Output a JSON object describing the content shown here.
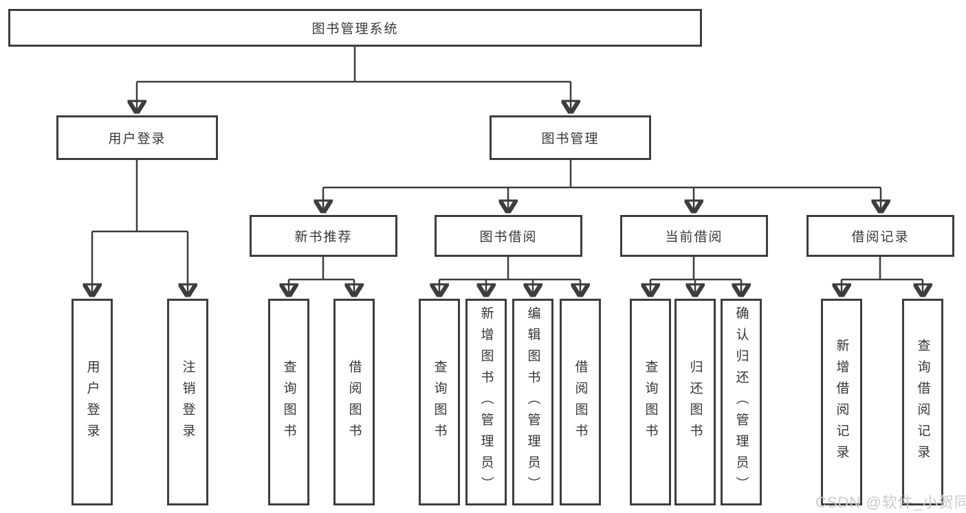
{
  "diagram": {
    "root": {
      "label": "图书管理系统"
    },
    "level2": [
      {
        "label": "用户登录"
      },
      {
        "label": "图书管理"
      }
    ],
    "level3": [
      {
        "label": "新书推荐"
      },
      {
        "label": "图书借阅"
      },
      {
        "label": "当前借阅"
      },
      {
        "label": "借阅记录"
      }
    ],
    "leaves": {
      "login": [
        {
          "label": "用户登录"
        },
        {
          "label": "注销登录"
        }
      ],
      "recommend": [
        {
          "label": "查询图书"
        },
        {
          "label": "借阅图书"
        }
      ],
      "borrow": [
        {
          "label": "查询图书"
        },
        {
          "label": "新增图书（管理员）"
        },
        {
          "label": "编辑图书（管理员）"
        },
        {
          "label": "借阅图书"
        }
      ],
      "current": [
        {
          "label": "查询图书"
        },
        {
          "label": "归还图书"
        },
        {
          "label": "确认归还（管理员）"
        }
      ],
      "records": [
        {
          "label": "新增借阅记录"
        },
        {
          "label": "查询借阅记录"
        }
      ]
    }
  },
  "watermark": {
    "text": "CSDN @软件_小贺同学"
  },
  "colors": {
    "line": "#3d3d3d",
    "text": "#363636",
    "background": "#ffffff",
    "watermark": "#cbcbcb"
  }
}
